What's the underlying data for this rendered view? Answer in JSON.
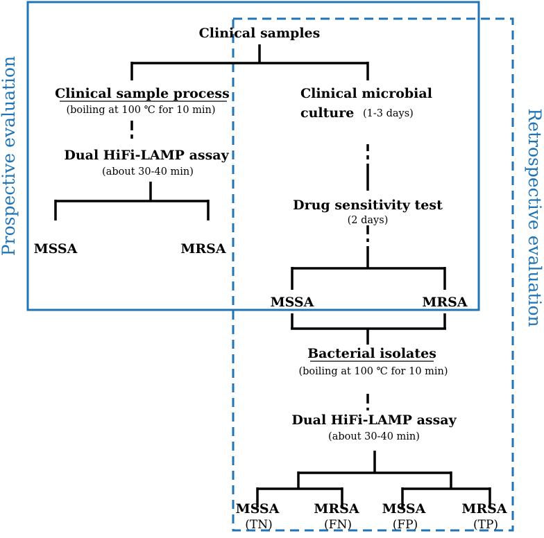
{
  "colors": {
    "frame": "#1f74b8",
    "line": "#000000"
  },
  "top": {
    "title": "Clinical samples"
  },
  "prospective": {
    "label": "Prospective evaluation",
    "process_title": "Clinical sample process",
    "process_note": "(boiling at 100 ℃ for 10 min)",
    "assay_title": "Dual HiFi-LAMP assay",
    "assay_note": "(about 30-40 min)",
    "out_left": "MSSA",
    "out_right": "MRSA"
  },
  "culture": {
    "title_line1": "Clinical microbial",
    "title_line2": "culture",
    "duration": "(1-3 days)",
    "drug_title": "Drug sensitivity test",
    "drug_note": "(2 days)",
    "out_left": "MSSA",
    "out_right": "MRSA"
  },
  "retrospective": {
    "label": "Retrospective evaluation",
    "isolates_title": "Bacterial isolates",
    "isolates_note": "(boiling at 100 ℃ for 10 min)",
    "assay_title": "Dual HiFi-LAMP assay",
    "assay_note": "(about 30-40 min)",
    "results": [
      {
        "name": "MSSA",
        "code": "(TN)"
      },
      {
        "name": "MRSA",
        "code": "(FN)"
      },
      {
        "name": "MSSA",
        "code": "(FP)"
      },
      {
        "name": "MRSA",
        "code": "(TP)"
      }
    ]
  }
}
